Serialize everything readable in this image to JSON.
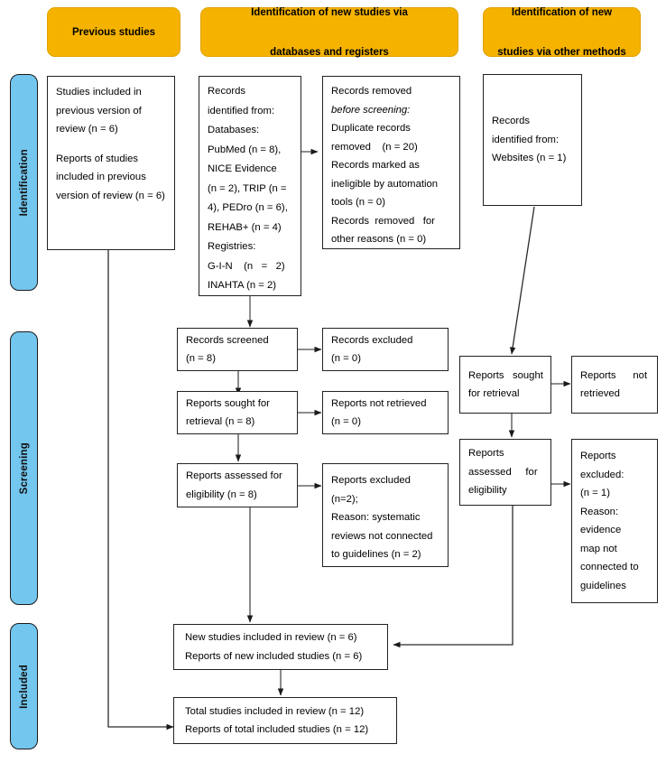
{
  "diagram": {
    "title": "PRISMA 2020 flow diagram for updated systematic reviews",
    "type": "prisma-flow-diagram",
    "colors": {
      "header_orange": "#F5B300",
      "stage_blue": "#73C6EE",
      "box_border": "#222222",
      "text": "#000000"
    }
  },
  "headers": [
    {
      "id": "previous-studies",
      "label": "Previous studies"
    },
    {
      "id": "databases-registers",
      "line1": "Identification of new studies via",
      "line2": "databases and registers"
    },
    {
      "id": "other-methods",
      "line1": "Identification of new",
      "line2": "studies via other methods"
    }
  ],
  "stages": [
    {
      "id": "identification",
      "label": "Identification"
    },
    {
      "id": "screening",
      "label": "Screening"
    },
    {
      "id": "included",
      "label": "Included"
    }
  ],
  "boxes": {
    "previous_included": {
      "name": "studies-included-previous-version",
      "lines": [
        "Studies included in",
        "previous version of",
        "review (n = 6)",
        "",
        "Reports of studies",
        "included in previous",
        "version of review (n = 6)"
      ]
    },
    "records_identified": {
      "name": "records-identified-from-databases-registers",
      "lines": [
        "Records",
        "identified from:",
        "Databases:",
        "PubMed (n = 8),",
        "NICE Evidence",
        "(n = 2), TRIP (n =",
        "4), PEDro (n = 6),",
        "REHAB+ (n = 4)",
        "Registries:",
        "G-I-N    (n   =   2)",
        "INAHTA (n = 2)"
      ]
    },
    "records_removed": {
      "name": "records-removed-before-screening",
      "lines": [
        {
          "text": "Records removed",
          "italic": false
        },
        {
          "text": "before screening:",
          "italic": true
        },
        {
          "text": "Duplicate records",
          "italic": false
        },
        {
          "text": "removed    (n = 20)",
          "italic": false
        },
        {
          "text": "Records marked as",
          "italic": false
        },
        {
          "text": "ineligible by automation",
          "italic": false
        },
        {
          "text": "tools (n = 0)",
          "italic": false
        },
        {
          "text": "Records  removed   for",
          "italic": false
        },
        {
          "text": "other reasons (n = 0)",
          "italic": false
        }
      ]
    },
    "records_identified_other": {
      "name": "records-identified-from-websites",
      "lines": [
        "Records",
        "identified from:",
        "Websites (n = 1)"
      ]
    },
    "records_screened": {
      "name": "records-screened",
      "lines": [
        "Records screened",
        "(n = 8)"
      ]
    },
    "records_excluded": {
      "name": "records-excluded",
      "lines": [
        "Records excluded",
        "(n = 0)"
      ]
    },
    "reports_sought": {
      "name": "reports-sought-for-retrieval",
      "lines": [
        "Reports sought for",
        "retrieval (n = 8)"
      ]
    },
    "reports_not_retrieved": {
      "name": "reports-not-retrieved",
      "lines": [
        "Reports not retrieved",
        "(n = 0)"
      ]
    },
    "reports_assessed": {
      "name": "reports-assessed-for-eligibility",
      "lines": [
        "Reports assessed for",
        "eligibility (n = 8)"
      ]
    },
    "reports_excluded": {
      "name": "reports-excluded",
      "lines": [
        "Reports excluded",
        "(n=2);",
        "Reason: systematic",
        "reviews not connected",
        "to guidelines (n = 2)"
      ]
    },
    "reports_sought_other": {
      "name": "reports-sought-for-retrieval-other",
      "lines": [
        "Reports   sought",
        "for retrieval"
      ]
    },
    "reports_not_retrieved_other": {
      "name": "reports-not-retrieved-other",
      "lines": [
        "Reports      not",
        "retrieved"
      ]
    },
    "reports_assessed_other": {
      "name": "reports-assessed-for-eligibility-other",
      "lines": [
        "Reports",
        "assessed     for",
        "eligibility"
      ]
    },
    "reports_excluded_other": {
      "name": "reports-excluded-other",
      "lines": [
        "Reports",
        "excluded:",
        "(n = 1)",
        "Reason:",
        "evidence",
        "map not",
        "connected to",
        "guidelines"
      ]
    },
    "new_studies_included": {
      "name": "new-studies-included-in-review",
      "lines": [
        "New studies included in review (n = 6)",
        "Reports of new included studies (n = 6)"
      ]
    },
    "total_studies_included": {
      "name": "total-studies-included-in-review",
      "lines": [
        "Total studies included in review (n = 12)",
        "Reports of total included studies (n = 12)"
      ]
    }
  }
}
